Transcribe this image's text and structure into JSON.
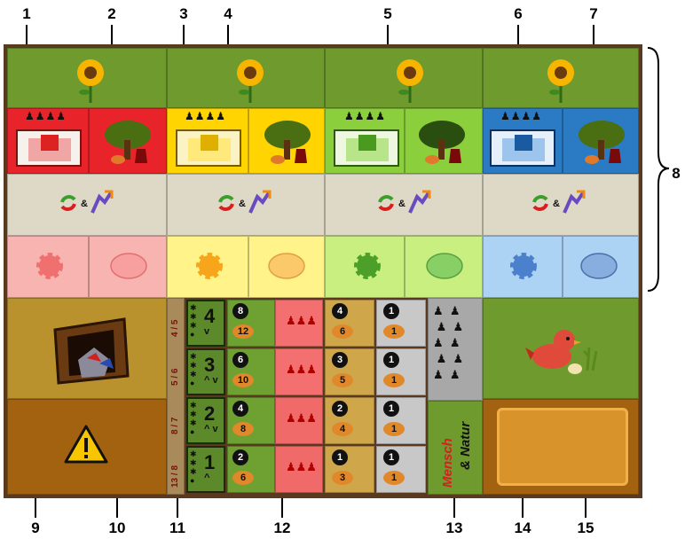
{
  "callouts": [
    "1",
    "2",
    "3",
    "4",
    "5",
    "6",
    "7",
    "8",
    "9",
    "10",
    "11",
    "12",
    "13",
    "14",
    "15"
  ],
  "side_track": [
    "4 / 5",
    "5 / 6",
    "8 / 7",
    "13 / 8"
  ],
  "ladder_rows": [
    {
      "level": "4",
      "arrow": "v",
      "gear": "8",
      "food": "12",
      "mid_gear": "4",
      "mid_food": "6",
      "grey_gear": "1",
      "grey_food": "1"
    },
    {
      "level": "3",
      "arrow": "^ v",
      "gear": "6",
      "food": "10",
      "mid_gear": "3",
      "mid_food": "5",
      "grey_gear": "1",
      "grey_food": "1"
    },
    {
      "level": "2",
      "arrow": "^ v",
      "gear": "4",
      "food": "8",
      "mid_gear": "2",
      "mid_food": "4",
      "grey_gear": "1",
      "grey_food": "1"
    },
    {
      "level": "1",
      "arrow": "^",
      "gear": "2",
      "food": "6",
      "mid_gear": "1",
      "mid_food": "3",
      "grey_gear": "1",
      "grey_food": "1"
    }
  ],
  "banner_left": "Mensch",
  "banner_right": "& Natur",
  "amp_symbol": "&",
  "icons": [
    "sunflower-icon",
    "people-icon",
    "factory-icon",
    "tree-icon",
    "recycle-icon",
    "energy-arrow-icon",
    "gear-icon",
    "bread-icon",
    "mine-icon",
    "warning-icon",
    "bird-icon"
  ],
  "colors": {
    "red": "#e8232a",
    "yellow": "#ffd400",
    "green": "#8ccf3c",
    "blue": "#2a7bc4",
    "grass": "#6e9a2e",
    "sand": "#ded9c6",
    "brown": "#a2620f",
    "olive": "#b9922e"
  }
}
